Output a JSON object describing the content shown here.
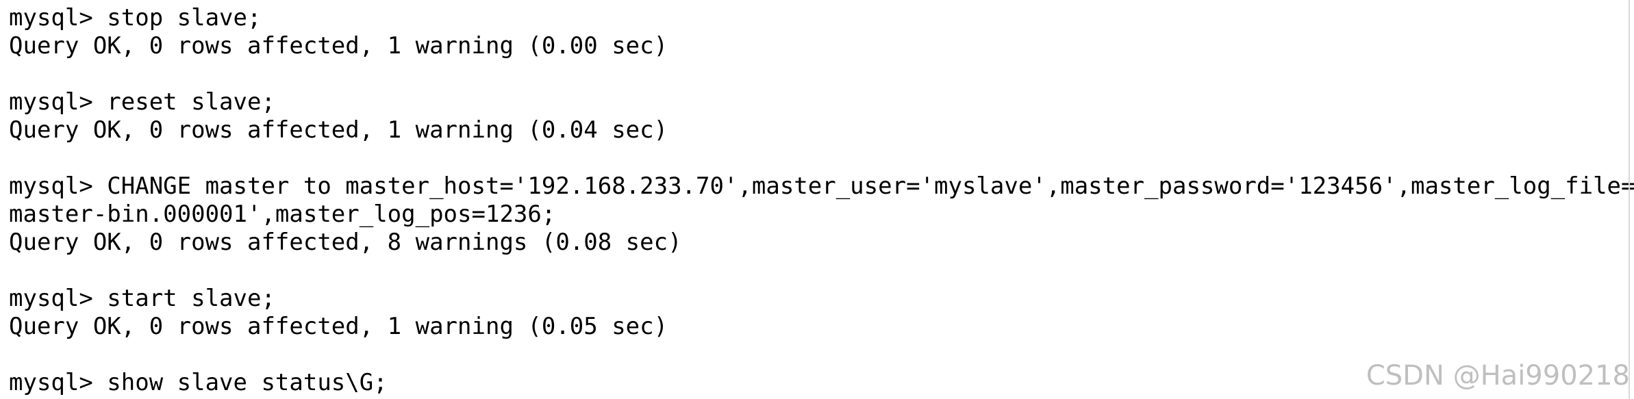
{
  "terminal": {
    "lines": [
      "mysql> stop slave;",
      "Query OK, 0 rows affected, 1 warning (0.00 sec)",
      "",
      "mysql> reset slave;",
      "Query OK, 0 rows affected, 1 warning (0.04 sec)",
      "",
      "mysql> CHANGE master to master_host='192.168.233.70',master_user='myslave',master_password='123456',master_log_file='",
      "master-bin.000001',master_log_pos=1236;",
      "Query OK, 0 rows affected, 8 warnings (0.08 sec)",
      "",
      "mysql> start slave;",
      "Query OK, 0 rows affected, 1 warning (0.05 sec)",
      "",
      "mysql> show slave status\\G;"
    ]
  },
  "watermark": {
    "text": "CSDN @Hai990218"
  }
}
